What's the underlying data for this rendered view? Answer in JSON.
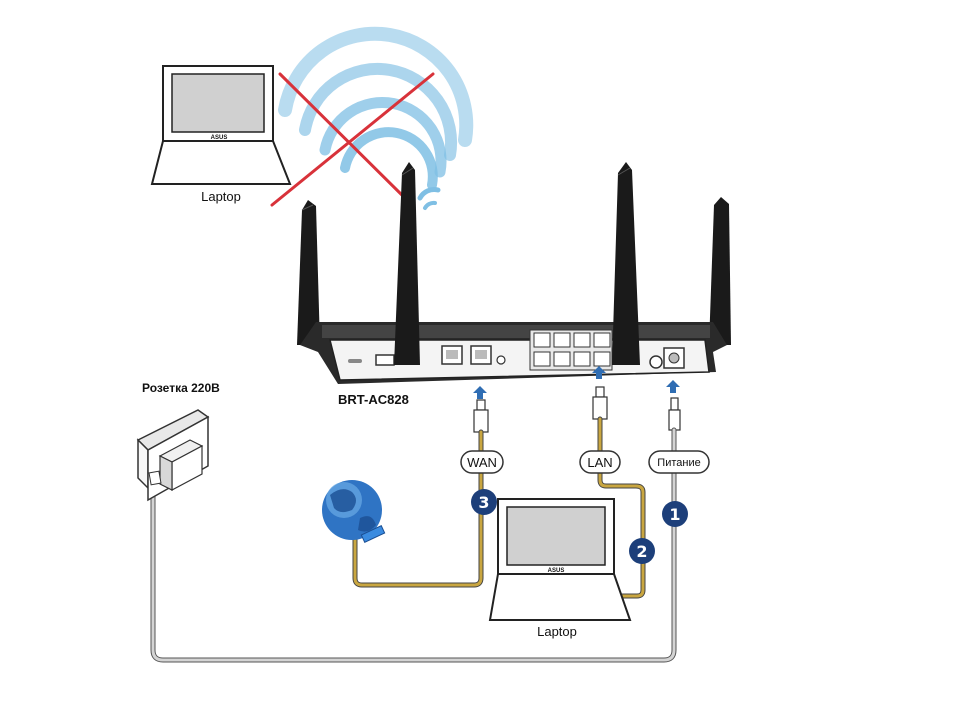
{
  "labels": {
    "laptop_top": "Laptop",
    "laptop_bottom": "Laptop",
    "router_model": "BRT-AC828",
    "socket": "Розетка 220В",
    "logo_top": "ASUS",
    "logo_bottom": "ASUS"
  },
  "cables": [
    {
      "tag": "WAN",
      "step": "3"
    },
    {
      "tag": "LAN",
      "step": "2"
    },
    {
      "tag": "Питание",
      "step": "1"
    }
  ],
  "colors": {
    "badge": "#1d3f7a",
    "cable_yellow": "#c9a640",
    "cable_gray": "#b8b8b8",
    "cross": "#d8323a",
    "wifi": "#7fbfe4",
    "screen": "#d0d0d0",
    "arrow": "#2f6db3"
  }
}
